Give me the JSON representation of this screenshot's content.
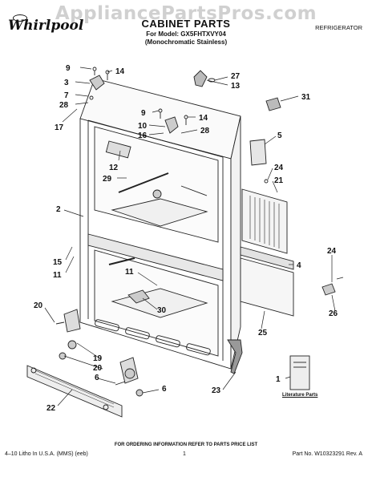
{
  "watermark": "AppliancePartsPros.com",
  "brand": "Whirlpool",
  "title": "CABINET PARTS",
  "model_line": "For Model: GX5FHTXVY04",
  "model_variant": "(Monochromatic Stainless)",
  "category": "REFRIGERATOR",
  "literature_label": "Literature Parts",
  "callouts": [
    {
      "id": "c9a",
      "text": "9"
    },
    {
      "id": "c14a",
      "text": "14"
    },
    {
      "id": "c3",
      "text": "3"
    },
    {
      "id": "c7",
      "text": "7"
    },
    {
      "id": "c28a",
      "text": "28"
    },
    {
      "id": "c17",
      "text": "17"
    },
    {
      "id": "c27",
      "text": "27"
    },
    {
      "id": "c13",
      "text": "13"
    },
    {
      "id": "c31",
      "text": "31"
    },
    {
      "id": "c9b",
      "text": "9"
    },
    {
      "id": "c14b",
      "text": "14"
    },
    {
      "id": "c10",
      "text": "10"
    },
    {
      "id": "c28b",
      "text": "28"
    },
    {
      "id": "c16",
      "text": "16"
    },
    {
      "id": "c5",
      "text": "5"
    },
    {
      "id": "c12",
      "text": "12"
    },
    {
      "id": "c29",
      "text": "29"
    },
    {
      "id": "c24a",
      "text": "24"
    },
    {
      "id": "c21",
      "text": "21"
    },
    {
      "id": "c2",
      "text": "2"
    },
    {
      "id": "c15",
      "text": "15"
    },
    {
      "id": "c11a",
      "text": "11"
    },
    {
      "id": "c4",
      "text": "4"
    },
    {
      "id": "c11b",
      "text": "11"
    },
    {
      "id": "c24b",
      "text": "24"
    },
    {
      "id": "c30",
      "text": "30"
    },
    {
      "id": "c26",
      "text": "26"
    },
    {
      "id": "c20a",
      "text": "20"
    },
    {
      "id": "c25",
      "text": "25"
    },
    {
      "id": "c19",
      "text": "19"
    },
    {
      "id": "c20b",
      "text": "20"
    },
    {
      "id": "c6a",
      "text": "6"
    },
    {
      "id": "c1",
      "text": "1"
    },
    {
      "id": "c6b",
      "text": "6"
    },
    {
      "id": "c23",
      "text": "23"
    },
    {
      "id": "c22",
      "text": "22"
    }
  ],
  "footer": {
    "instructions": "FOR ORDERING INFORMATION REFER TO PARTS PRICE LIST",
    "litho": "4–10 Litho In U.S.A. (MMS) (eeb)",
    "page": "1",
    "part_no": "Part No. W10323291 Rev. A"
  }
}
